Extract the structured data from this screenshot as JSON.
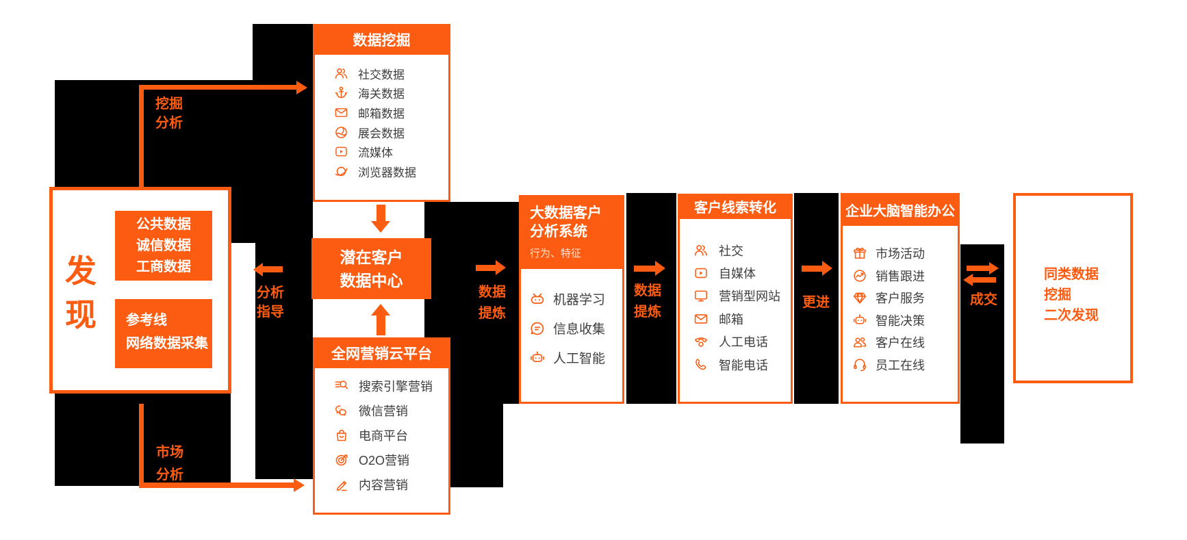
{
  "palette": {
    "orange": "#fb5c11",
    "black": "#000000",
    "item_text": "#3e3e3e",
    "white": "#ffffff"
  },
  "discover": {
    "title_chars": [
      "发",
      "现"
    ],
    "box1_lines": [
      "公共数据",
      "诚信数据",
      "工商数据"
    ],
    "box2_lines": [
      "参考线",
      "网络数据采集"
    ]
  },
  "labels": {
    "mining_analysis": [
      "挖掘",
      "分析"
    ],
    "analysis_guide": [
      "分析",
      "指导"
    ],
    "market_analysis": [
      "市场",
      "分析"
    ],
    "data_refine_1": [
      "数据",
      "提炼"
    ],
    "data_refine_2": [
      "数据",
      "提炼"
    ],
    "follow_up": "更进",
    "deal": "成交"
  },
  "boxes": {
    "mining": {
      "title": "数据挖掘",
      "items": [
        {
          "icon": "people",
          "label": "社交数据"
        },
        {
          "icon": "anchor",
          "label": "海关数据"
        },
        {
          "icon": "mail",
          "label": "邮箱数据"
        },
        {
          "icon": "globe",
          "label": "展会数据"
        },
        {
          "icon": "stream",
          "label": "流媒体"
        },
        {
          "icon": "browser",
          "label": "浏览器数据"
        }
      ]
    },
    "potential": {
      "lines": [
        "潜在客户",
        "数据中心"
      ]
    },
    "cloud": {
      "title": "全网营销云平台",
      "items": [
        {
          "icon": "search",
          "label": "搜索引擎营销"
        },
        {
          "icon": "wechat",
          "label": "微信营销"
        },
        {
          "icon": "bag",
          "label": "电商平台"
        },
        {
          "icon": "target",
          "label": "O2O营销"
        },
        {
          "icon": "pen",
          "label": "内容营销"
        }
      ]
    },
    "bigdata": {
      "title_lines": [
        "大数据客户",
        "分析系统"
      ],
      "subtitle": "行为、特征",
      "items": [
        {
          "icon": "robot",
          "label": "机器学习"
        },
        {
          "icon": "chat",
          "label": "信息收集"
        },
        {
          "icon": "ai",
          "label": "人工智能"
        }
      ]
    },
    "leads": {
      "title": "客户线索转化",
      "items": [
        {
          "icon": "people",
          "label": "社交"
        },
        {
          "icon": "stream",
          "label": "自媒体"
        },
        {
          "icon": "monitor",
          "label": "营销型网站"
        },
        {
          "icon": "mail",
          "label": "邮箱"
        },
        {
          "icon": "phone",
          "label": "人工电话"
        },
        {
          "icon": "handset",
          "label": "智能电话"
        }
      ]
    },
    "brain": {
      "title": "企业大脑智能办公",
      "items": [
        {
          "icon": "gift",
          "label": "市场活动"
        },
        {
          "icon": "trend",
          "label": "销售跟进"
        },
        {
          "icon": "diamond",
          "label": "客户服务"
        },
        {
          "icon": "ai",
          "label": "智能决策"
        },
        {
          "icon": "group",
          "label": "客户在线"
        },
        {
          "icon": "headset",
          "label": "员工在线"
        }
      ]
    },
    "final": {
      "lines": [
        "同类数据",
        "挖掘",
        "二次发现"
      ]
    }
  }
}
